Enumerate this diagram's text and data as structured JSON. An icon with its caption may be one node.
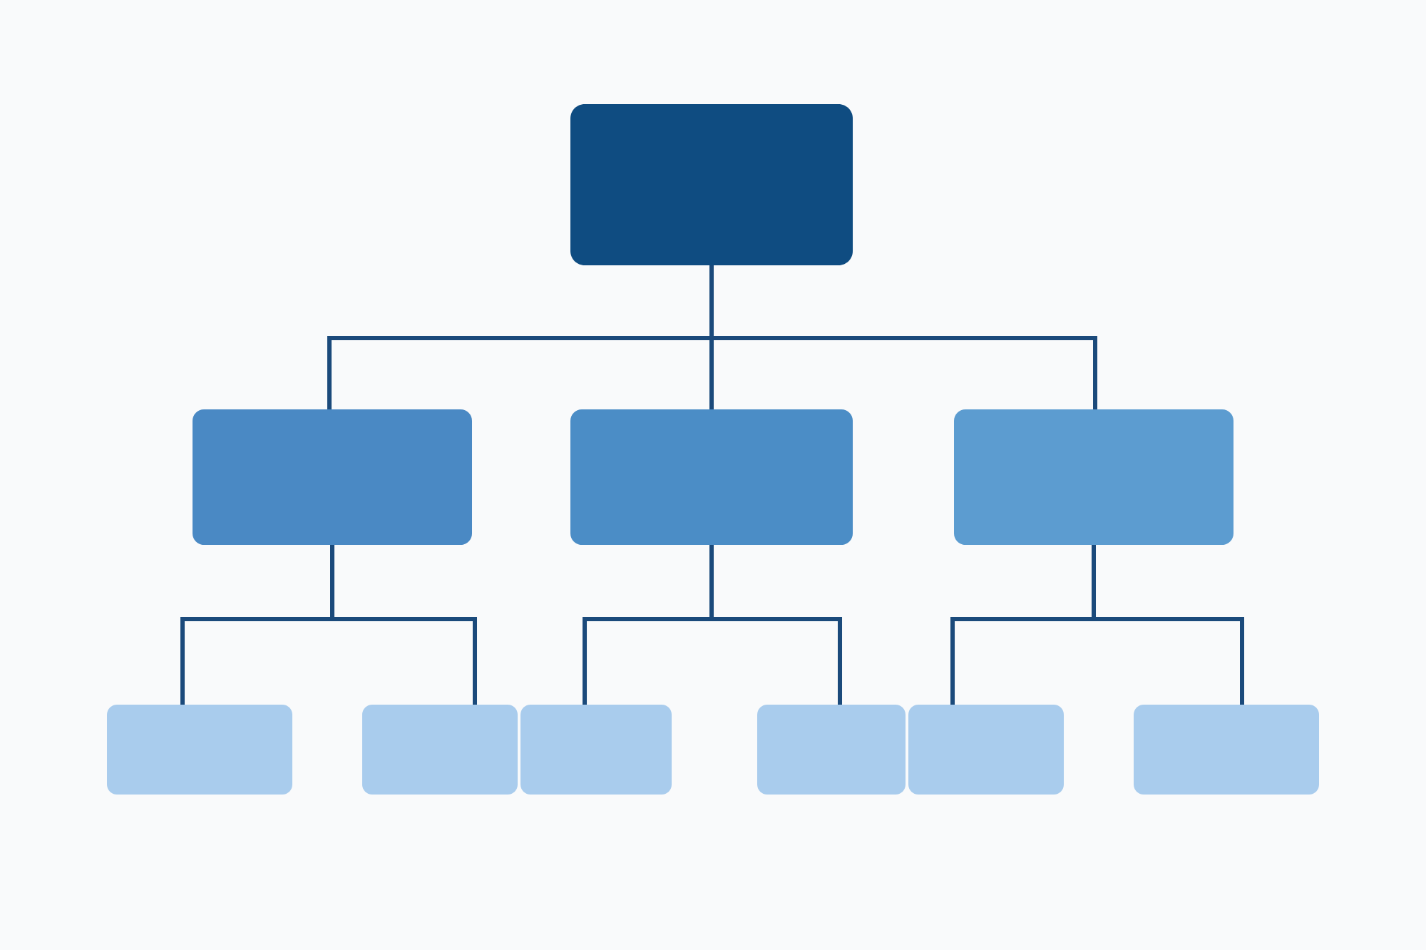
{
  "diagram": {
    "nodes": [
      {
        "text": [],
        "shape": "box"
      },
      {
        "text": [],
        "shape": "box"
      },
      {
        "text": [],
        "shape": "box"
      },
      {
        "text": [],
        "shape": "box"
      },
      {
        "text": [],
        "shape": "box"
      },
      {
        "text": [],
        "shape": "box"
      },
      {
        "text": [],
        "shape": "box"
      },
      {
        "text": [],
        "shape": "box"
      },
      {
        "text": [],
        "shape": "box"
      },
      {
        "text": [],
        "shape": "box"
      }
    ],
    "edges": [
      {
        "from": 0,
        "to": 1,
        "arrow": "none"
      },
      {
        "from": 0,
        "to": 2,
        "arrow": "none"
      },
      {
        "from": 0,
        "to": 3,
        "arrow": "none"
      },
      {
        "from": 1,
        "to": 4,
        "arrow": "none"
      },
      {
        "from": 1,
        "to": 5,
        "arrow": "none"
      },
      {
        "from": 2,
        "to": 6,
        "arrow": "none"
      },
      {
        "from": 2,
        "to": 7,
        "arrow": "none"
      },
      {
        "from": 3,
        "to": 8,
        "arrow": "none"
      },
      {
        "from": 3,
        "to": 9,
        "arrow": "none"
      }
    ]
  }
}
